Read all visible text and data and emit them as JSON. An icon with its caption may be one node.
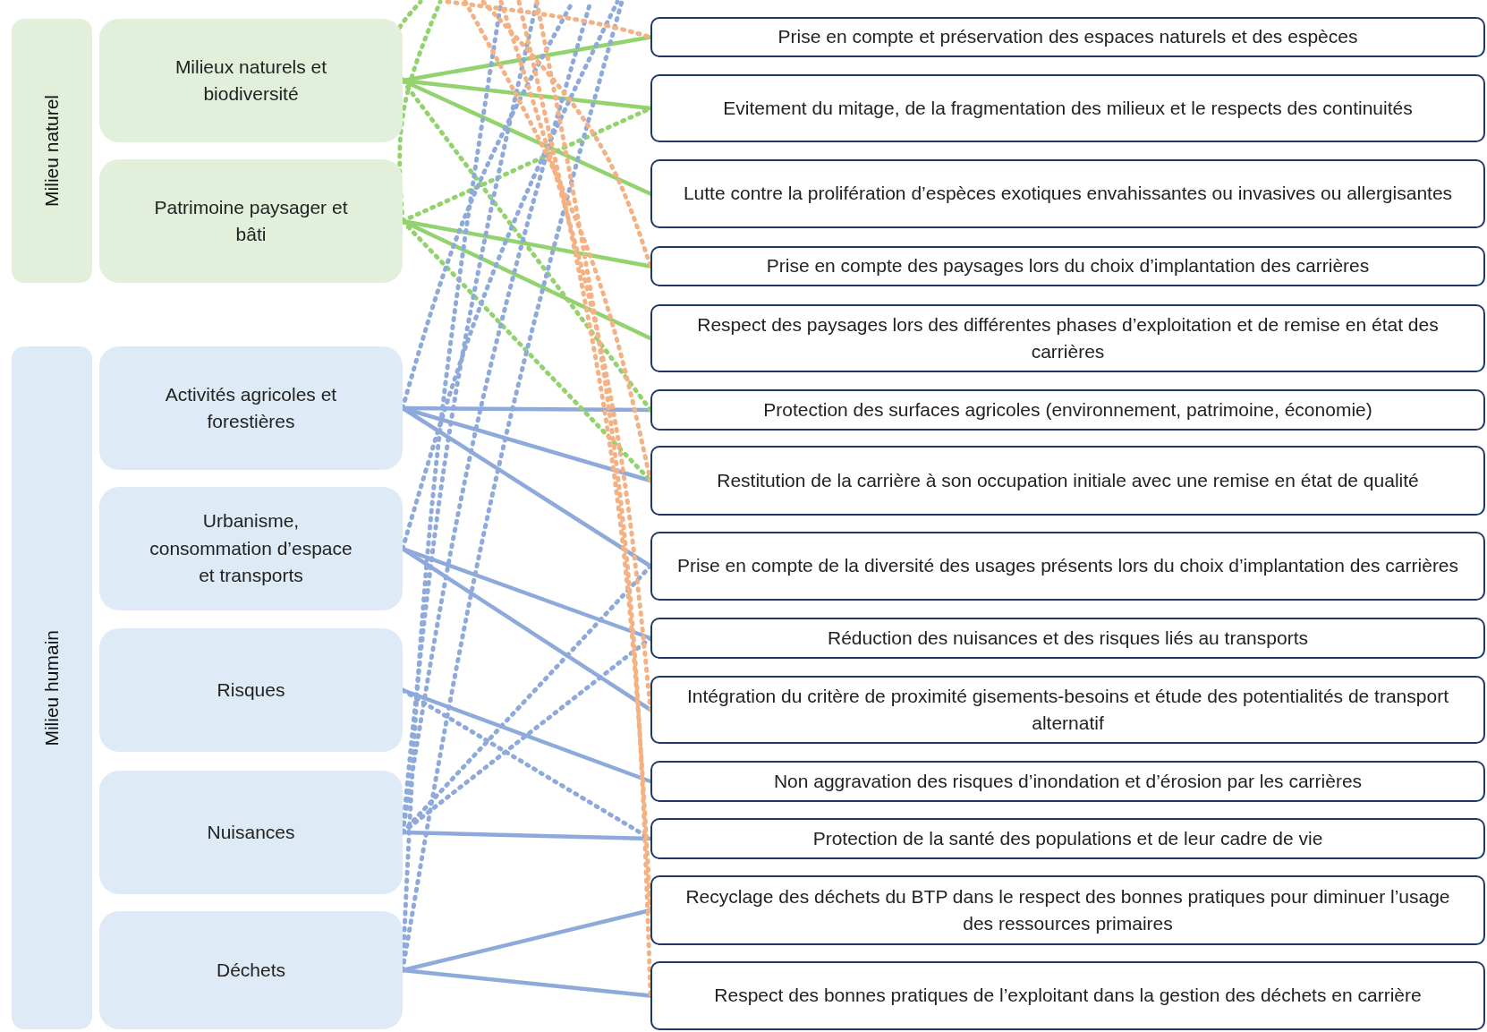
{
  "diagram": {
    "nodes": [
      {
        "text": [
          "Milieu naturel"
        ]
      },
      {
        "text": [
          "Milieux naturels et biodiversité"
        ]
      },
      {
        "text": [
          "Patrimoine paysager et bâti"
        ]
      },
      {
        "text": [
          "Milieu humain"
        ]
      },
      {
        "text": [
          "Activités agricoles et forestières"
        ]
      },
      {
        "text": [
          "Urbanisme, consommation d’espace et transports"
        ]
      },
      {
        "text": [
          "Risques"
        ]
      },
      {
        "text": [
          "Nuisances"
        ]
      },
      {
        "text": [
          "Déchets"
        ]
      },
      {
        "text": [
          "Prise en compte et préservation des espaces naturels et des espèces"
        ]
      },
      {
        "text": [
          "Evitement du mitage, de la fragmentation des milieux et le respects des continuités"
        ]
      },
      {
        "text": [
          "Lutte contre la prolifération d’espèces exotiques envahissantes ou invasives ou allergisantes"
        ]
      },
      {
        "text": [
          "Prise en compte des paysages lors du choix d’implantation des carrières"
        ]
      },
      {
        "text": [
          "Respect des paysages lors des différentes phases d’exploitation et de remise en état des carrières"
        ]
      },
      {
        "text": [
          "Protection des surfaces agricoles (environnement, patrimoine, économie)"
        ]
      },
      {
        "text": [
          "Restitution de la carrière à son occupation initiale avec une remise en état de qualité"
        ]
      },
      {
        "text": [
          "Prise en compte de la diversité des usages présents lors du choix d’implantation des carrières"
        ]
      },
      {
        "text": [
          "Réduction des nuisances et des risques liés au transports"
        ]
      },
      {
        "text": [
          "Intégration du critère de proximité gisements-besoins et étude des potentialités de transport alternatif"
        ]
      },
      {
        "text": [
          "Non aggravation des risques d’inondation et d’érosion par les carrières"
        ]
      },
      {
        "text": [
          "Protection de la santé des populations et de leur cadre de vie"
        ]
      },
      {
        "text": [
          "Recyclage des déchets du BTP dans le respect des bonnes pratiques pour diminuer l’usage des ressources primaires"
        ]
      },
      {
        "text": [
          "Respect des bonnes pratiques de l’exploitant dans la gestion des déchets en carrière"
        ]
      }
    ],
    "edges": [
      {
        "from": 1,
        "to": 9,
        "arrow": "none",
        "color": "#92d36e"
      },
      {
        "from": 1,
        "to": 10,
        "arrow": "none",
        "color": "#92d36e"
      },
      {
        "from": 1,
        "to": 11,
        "arrow": "none",
        "color": "#92d36e"
      },
      {
        "from": 2,
        "to": 12,
        "arrow": "none",
        "color": "#92d36e"
      },
      {
        "from": 2,
        "to": 13,
        "arrow": "none",
        "color": "#92d36e"
      },
      {
        "from": 4,
        "to": 14,
        "arrow": "none"
      },
      {
        "from": 4,
        "to": 15,
        "arrow": "none"
      },
      {
        "from": 4,
        "to": 16,
        "arrow": "none"
      },
      {
        "from": 5,
        "to": 17,
        "arrow": "none"
      },
      {
        "from": 5,
        "to": 18,
        "arrow": "none"
      },
      {
        "from": 6,
        "to": 19,
        "arrow": "none"
      },
      {
        "from": 7,
        "to": 20,
        "arrow": "none"
      },
      {
        "from": 8,
        "to": 21,
        "arrow": "none"
      },
      {
        "from": 8,
        "to": 22,
        "arrow": "none"
      },
      {
        "from": 1,
        "to": null,
        "arrow": "none",
        "style": "dashed",
        "color": "#92d36e"
      },
      {
        "from": 2,
        "to": null,
        "arrow": "none",
        "style": "dashed",
        "color": "#92d36e"
      },
      {
        "from": 1,
        "to": 14,
        "arrow": "none",
        "style": "dashed",
        "color": "#92d36e"
      },
      {
        "from": 2,
        "to": 15,
        "arrow": "none",
        "style": "dashed",
        "color": "#92d36e"
      },
      {
        "from": 2,
        "to": 10,
        "arrow": "none",
        "style": "dashed",
        "color": "#92d36e"
      },
      {
        "from": 4,
        "to": null,
        "arrow": "none",
        "style": "dashed"
      },
      {
        "from": 5,
        "to": null,
        "arrow": "none",
        "style": "dashed"
      },
      {
        "from": 7,
        "to": null,
        "arrow": "none",
        "style": "dashed"
      },
      {
        "from": 7,
        "to": null,
        "arrow": "none",
        "style": "dashed"
      },
      {
        "from": 8,
        "to": null,
        "arrow": "none",
        "style": "dashed"
      },
      {
        "from": 8,
        "to": null,
        "arrow": "none",
        "style": "dashed"
      },
      {
        "from": 6,
        "to": 20,
        "arrow": "none",
        "style": "dashed"
      },
      {
        "from": 7,
        "to": 16,
        "arrow": "none",
        "style": "dashed"
      },
      {
        "from": 7,
        "to": 17,
        "arrow": "none",
        "style": "dashed"
      },
      {
        "from": null,
        "to": 9,
        "arrow": "none",
        "style": "dashed",
        "color": "#f4b183"
      },
      {
        "from": null,
        "to": 12,
        "arrow": "none",
        "style": "dashed",
        "color": "#f4b183"
      },
      {
        "from": null,
        "to": 15,
        "arrow": "none",
        "style": "dashed",
        "color": "#f4b183"
      },
      {
        "from": null,
        "to": 18,
        "arrow": "none",
        "style": "dashed",
        "color": "#f4b183"
      },
      {
        "from": null,
        "to": 21,
        "arrow": "none",
        "style": "dashed",
        "color": "#f4b183"
      },
      {
        "from": null,
        "to": 22,
        "arrow": "none",
        "style": "dashed",
        "color": "#f4b183"
      }
    ]
  }
}
